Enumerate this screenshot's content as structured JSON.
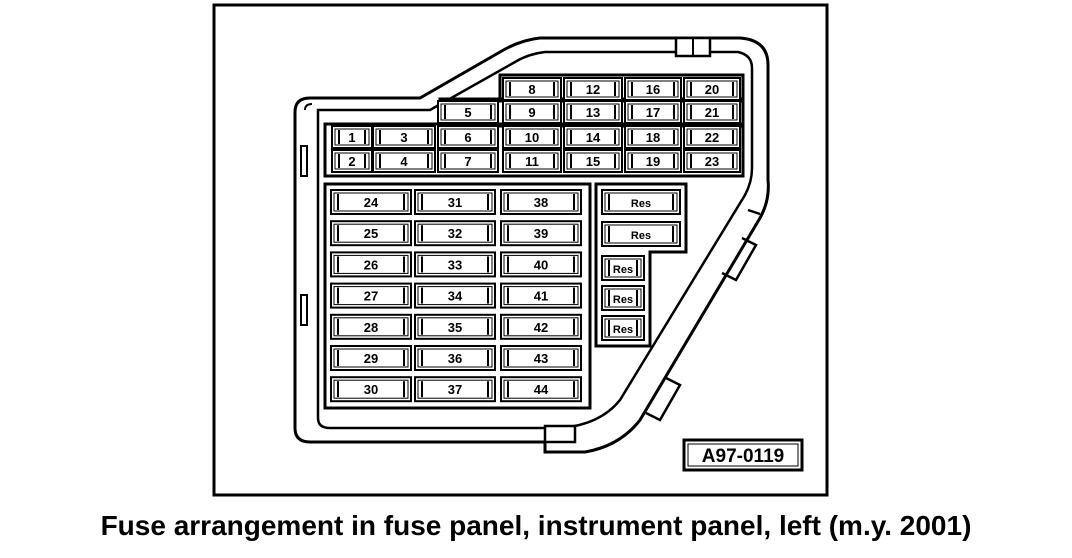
{
  "figure": {
    "caption": "Fuse arrangement in fuse panel, instrument panel, left (m.y. 2001)",
    "code": "A97-0119"
  },
  "upper_block": {
    "columns": [
      {
        "fuses": [
          "",
          "",
          "1",
          "2"
        ]
      },
      {
        "fuses": [
          "",
          "",
          "3",
          "4"
        ]
      },
      {
        "fuses": [
          "",
          "5",
          "6",
          "7"
        ]
      },
      {
        "fuses": [
          "8",
          "9",
          "10",
          "11"
        ]
      },
      {
        "fuses": [
          "12",
          "13",
          "14",
          "15"
        ]
      },
      {
        "fuses": [
          "16",
          "17",
          "18",
          "19"
        ]
      },
      {
        "fuses": [
          "20",
          "21",
          "22",
          "23"
        ]
      }
    ]
  },
  "lower_block": {
    "columns": [
      {
        "fuses": [
          "24",
          "25",
          "26",
          "27",
          "28",
          "29",
          "30"
        ]
      },
      {
        "fuses": [
          "31",
          "32",
          "33",
          "34",
          "35",
          "36",
          "37"
        ]
      },
      {
        "fuses": [
          "38",
          "39",
          "40",
          "41",
          "42",
          "43",
          "44"
        ]
      }
    ]
  },
  "reserve_slots": [
    "Res",
    "Res",
    "Res",
    "Res",
    "Res"
  ]
}
